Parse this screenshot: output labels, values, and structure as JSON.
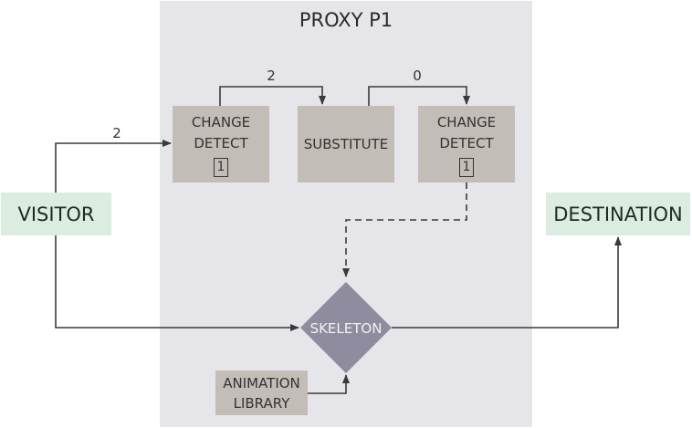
{
  "proxy": {
    "title": "PROXY P1"
  },
  "nodes": {
    "visitor": "VISITOR",
    "destination": "DESTINATION",
    "change_detect_1": {
      "label_line1": "CHANGE",
      "label_line2": "DETECT",
      "badge": "1"
    },
    "substitute": "SUBSTITUTE",
    "change_detect_2": {
      "label_line1": "CHANGE",
      "label_line2": "DETECT",
      "badge": "1"
    },
    "skeleton": "SKELETON",
    "animation_library": {
      "line1": "ANIMATION",
      "line2": "LIBRARY"
    }
  },
  "edges": {
    "visitor_to_change_detect": "2",
    "change_detect_to_substitute": "2",
    "substitute_to_change_detect": "0"
  },
  "colors": {
    "proxy_bg": "#e6e5ea",
    "box_fill": "#c3bdb8",
    "diamond_fill": "#8f8c9f",
    "endpoint_fill": "#dcece0",
    "line": "#3a3a3a"
  }
}
